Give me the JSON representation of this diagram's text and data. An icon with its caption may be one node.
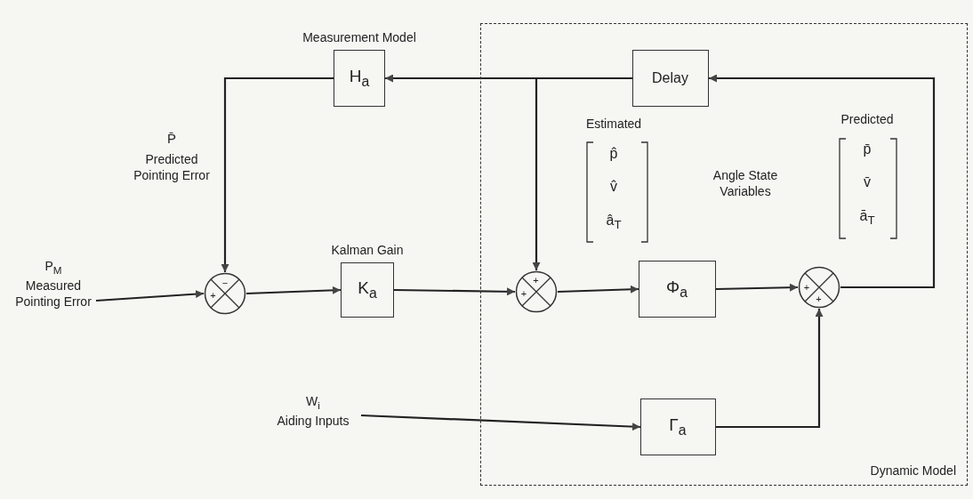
{
  "diagram": {
    "nodes": [
      {
        "text": [
          "P$_{M}$",
          "Measured Pointing Error"
        ]
      },
      {
        "text": [
          "−",
          "+"
        ]
      },
      {
        "text": [
          "Measurement Model",
          "H$_{a}$"
        ]
      },
      {
        "text": [
          "Kalman Gain",
          "K$_{a}$"
        ]
      },
      {
        "text": [
          "Dynamic Model"
        ]
      },
      {
        "text": [
          "Delay"
        ],
        "in": 4
      },
      {
        "text": [
          "+",
          "+"
        ],
        "in": 4
      },
      {
        "text": [
          "Φ$_{a}$"
        ],
        "in": 4
      },
      {
        "text": [
          "+",
          "+"
        ],
        "in": 4
      },
      {
        "text": [
          "Γ$_{a}$"
        ],
        "in": 4
      },
      {
        "text": [
          "W$_{i}$",
          "Aiding Inputs"
        ]
      }
    ],
    "edges": [
      {
        "from": 0,
        "to": 1,
        "arrow": "to"
      },
      {
        "from": 2,
        "to": 1,
        "arrow": "to"
      },
      {
        "from": 1,
        "to": 3,
        "arrow": "to"
      },
      {
        "from": 3,
        "to": 6,
        "arrow": "to"
      },
      {
        "from": 6,
        "to": 7,
        "arrow": "to"
      },
      {
        "from": 7,
        "to": 8,
        "arrow": "to"
      },
      {
        "from": 8,
        "to": 5,
        "arrow": "to"
      },
      {
        "from": 5,
        "to": 2,
        "arrow": "to"
      },
      {
        "from": 5,
        "to": 6,
        "arrow": "to"
      },
      {
        "from": 10,
        "to": 9,
        "arrow": "to"
      },
      {
        "from": 9,
        "to": 8,
        "arrow": "to"
      }
    ],
    "labels": [
      "P̄",
      "Predicted Pointing Error",
      "Estimated",
      "p̂",
      "v̂",
      "â$_{T}$",
      "Angle State Variables",
      "Predicted",
      "p̄",
      "v̄",
      "ā$_{T}$"
    ]
  }
}
